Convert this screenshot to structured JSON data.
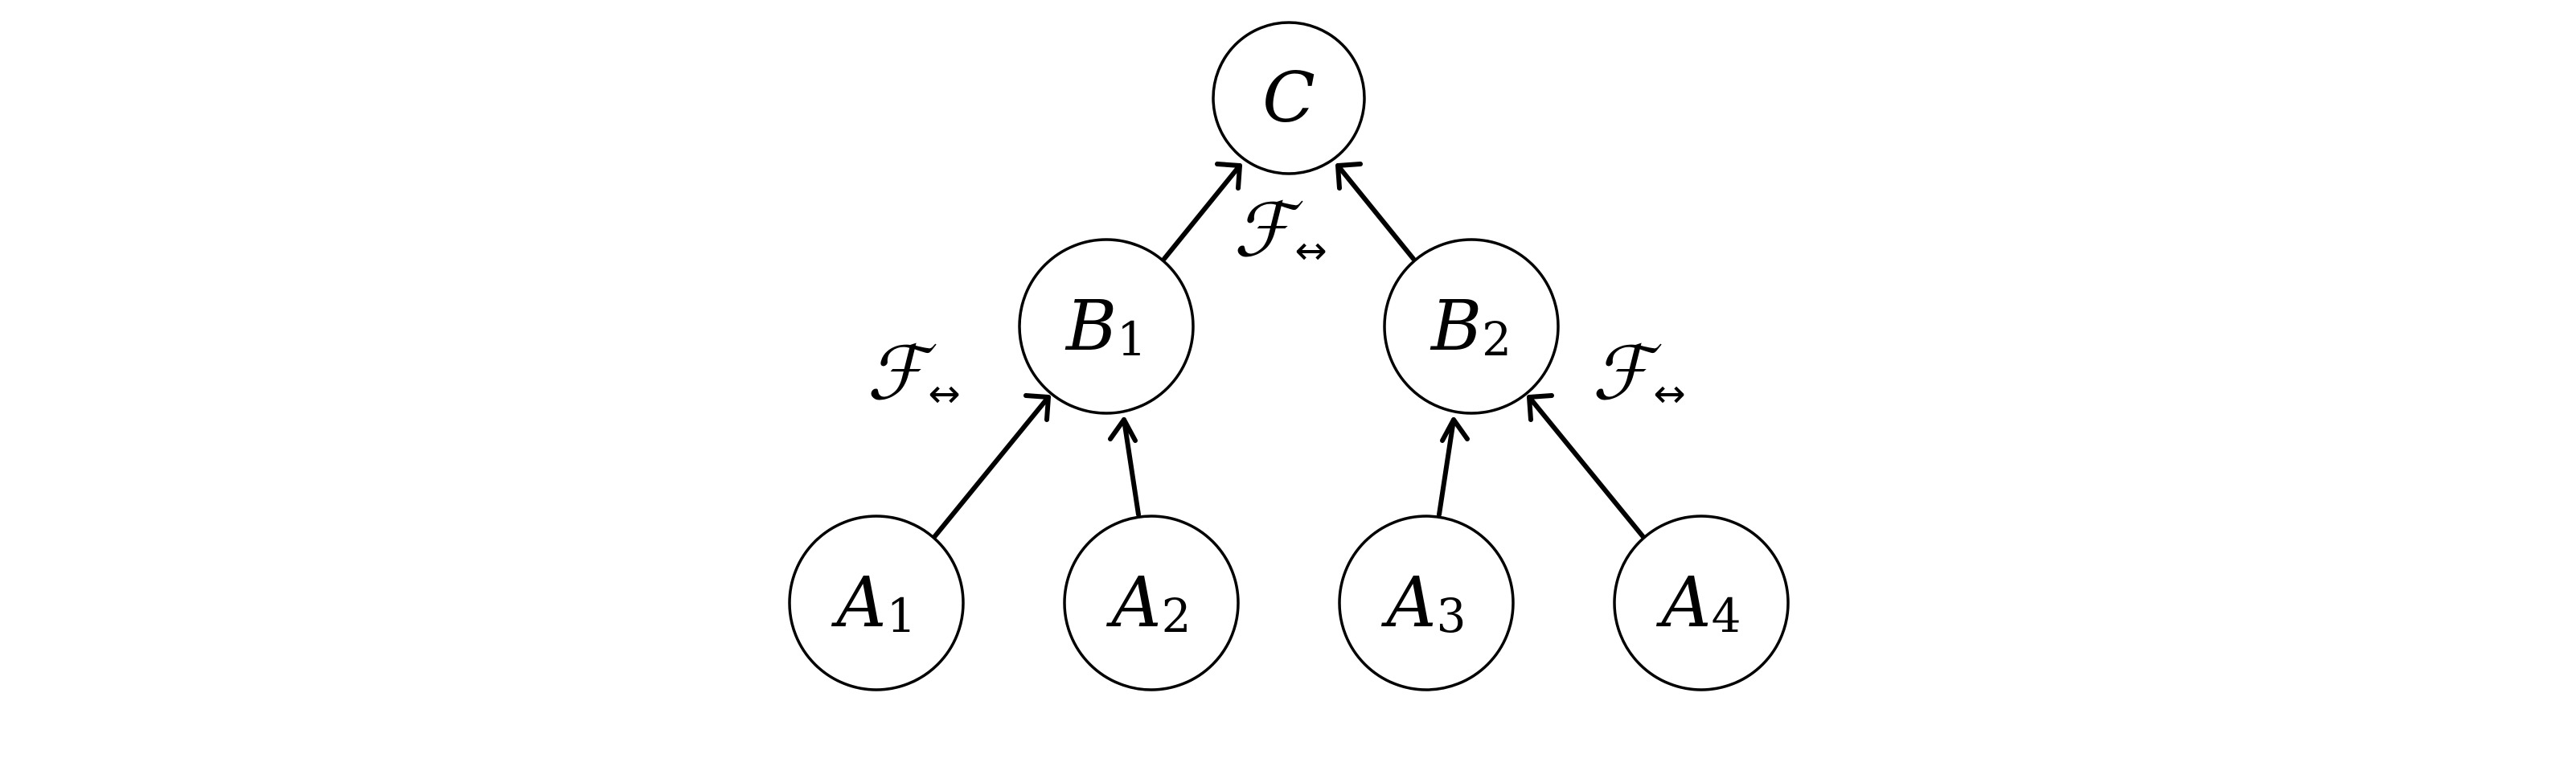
{
  "diagram": {
    "nodes": [
      {
        "id": "C",
        "main": "C",
        "sub": ""
      },
      {
        "id": "B1",
        "main": "B",
        "sub": "1"
      },
      {
        "id": "B2",
        "main": "B",
        "sub": "2"
      },
      {
        "id": "A1",
        "main": "A",
        "sub": "1"
      },
      {
        "id": "A2",
        "main": "A",
        "sub": "2"
      },
      {
        "id": "A3",
        "main": "A",
        "sub": "3"
      },
      {
        "id": "A4",
        "main": "A",
        "sub": "4"
      }
    ],
    "edges": [
      {
        "from": "B1",
        "to": "C"
      },
      {
        "from": "B2",
        "to": "C"
      },
      {
        "from": "A1",
        "to": "B1"
      },
      {
        "from": "A2",
        "to": "B1"
      },
      {
        "from": "A3",
        "to": "B2"
      },
      {
        "from": "A4",
        "to": "B2"
      }
    ],
    "operator_labels": [
      {
        "id": "op-top",
        "main": "ℱ",
        "sub": "↔"
      },
      {
        "id": "op-left",
        "main": "ℱ",
        "sub": "↔"
      },
      {
        "id": "op-right",
        "main": "ℱ",
        "sub": "↔"
      }
    ]
  }
}
